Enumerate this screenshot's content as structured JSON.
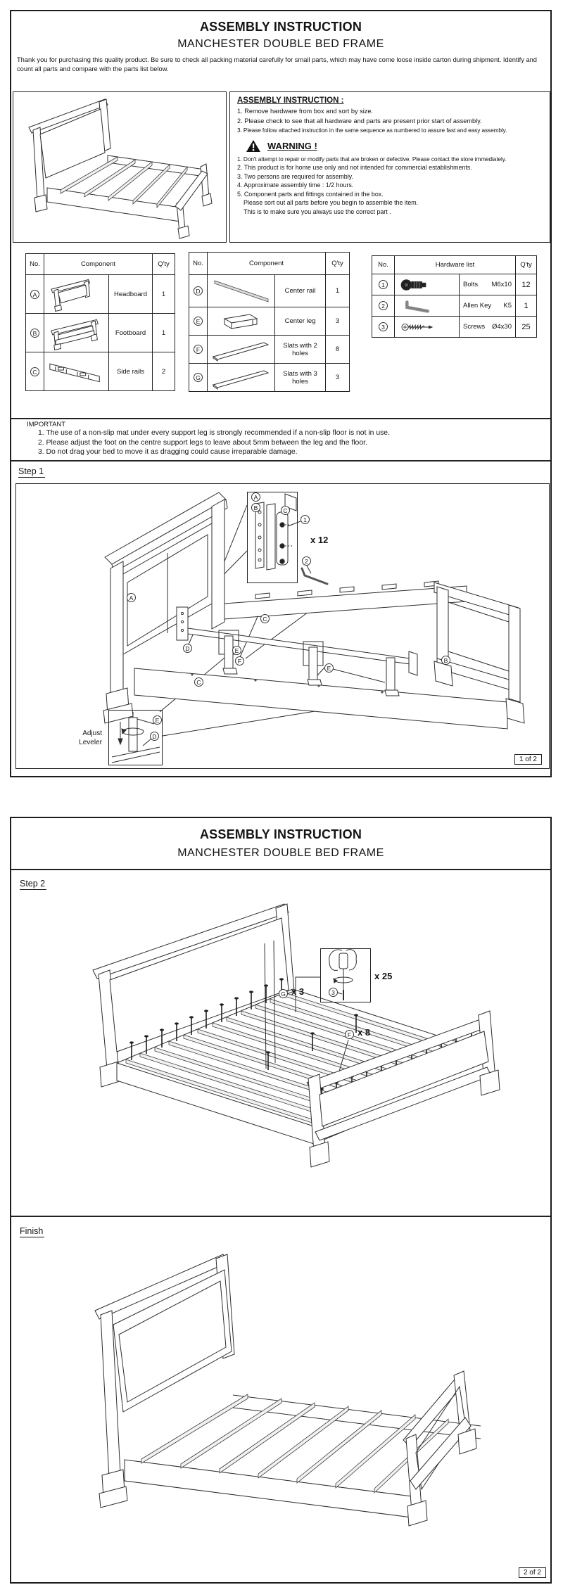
{
  "doc": {
    "title": "ASSEMBLY INSTRUCTION",
    "subtitle": "MANCHESTER DOUBLE BED FRAME"
  },
  "page1": {
    "intro": "Thank you for purchasing this quality product. Be sure to check all packing material carefully for small parts, which may have come loose inside carton during shipment. Identify and count all parts and compare with the parts list below.",
    "assembly_box": {
      "heading": "ASSEMBLY INSTRUCTION :",
      "steps": [
        "1. Remove hardware from box and sort by size.",
        "2. Please check to see that all hardware and parts are present prior start of assembly.",
        "3. Please follow attached instruction in the same sequence as numbered to assure fast and easy assembly."
      ],
      "warning_heading": "WARNING !",
      "warnings": [
        "1. Don't attempt to repair or modify parts that are broken or defective. Please contact the store immediately.",
        "2. This product is for home use  only and not intended for commercial establishments.",
        "3. Two persons are required for assembly.",
        "4. Approximate assembly time : 1/2 hours.",
        "5. Component parts and fittings contained in the box.",
        "Please sort out all parts before you begin to assemble the item.",
        "This is to make sure  you always use the correct part ."
      ]
    },
    "parts_table_left": {
      "col_no": "No.",
      "col_component": "Component",
      "col_qty": "Q'ty",
      "rows": [
        {
          "no": "A",
          "name": "Headboard",
          "qty": "1"
        },
        {
          "no": "B",
          "name": "Footboard",
          "qty": "1"
        },
        {
          "no": "C",
          "name": "Side rails",
          "qty": "2"
        }
      ]
    },
    "parts_table_mid": {
      "col_no": "No.",
      "col_component": "Component",
      "col_qty": "Q'ty",
      "rows": [
        {
          "no": "D",
          "name": "Center rail",
          "qty": "1"
        },
        {
          "no": "E",
          "name": "Center leg",
          "qty": "3"
        },
        {
          "no": "F",
          "name": "Slats with 2 holes",
          "qty": "8"
        },
        {
          "no": "G",
          "name": "Slats with 3 holes",
          "qty": "3"
        }
      ]
    },
    "hardware_table": {
      "col_no": "No.",
      "col_name": "Hardware list",
      "col_qty": "Q'ty",
      "rows": [
        {
          "no": "1",
          "name": "Bolts",
          "size": "M6x10",
          "qty": "12"
        },
        {
          "no": "2",
          "name": "Allen Key",
          "size": "K5",
          "qty": "1"
        },
        {
          "no": "3",
          "name": "Screws",
          "size": "Ø4x30",
          "qty": "25"
        }
      ]
    },
    "important": {
      "heading": "IMPORTANT",
      "items": [
        "1. The use of a non-slip mat under every support leg is strongly recommended if a non-slip floor is not in use.",
        "2. Please adjust the foot on the centre support legs to leave about 5mm between the leg and the floor.",
        "3. Do not drag your bed to move it as dragging could cause irreparable damage."
      ]
    },
    "step1": {
      "label": "Step 1",
      "inset": {
        "a": "A",
        "b": "B",
        "c": "C",
        "bolt_no": "1",
        "bolt_qty": "x 12",
        "key_no": "2"
      },
      "labels": {
        "a": "A",
        "b": "B",
        "c_back": "C",
        "c_front": "C",
        "d": "D",
        "e_mid": "E",
        "e_right": "E",
        "f": "F"
      },
      "leveler": {
        "line1": "Adjust",
        "line2": "Leveler",
        "e": "E",
        "d": "D"
      },
      "page_no": "1 of 2"
    }
  },
  "page2": {
    "step2": {
      "label": "Step 2",
      "g_label": "G",
      "g_qty": "x 3",
      "screw_no": "3",
      "screw_qty": "x 25",
      "f_label": "F",
      "f_qty": "x 8"
    },
    "finish_label": "Finish",
    "page_no": "2 of 2"
  }
}
